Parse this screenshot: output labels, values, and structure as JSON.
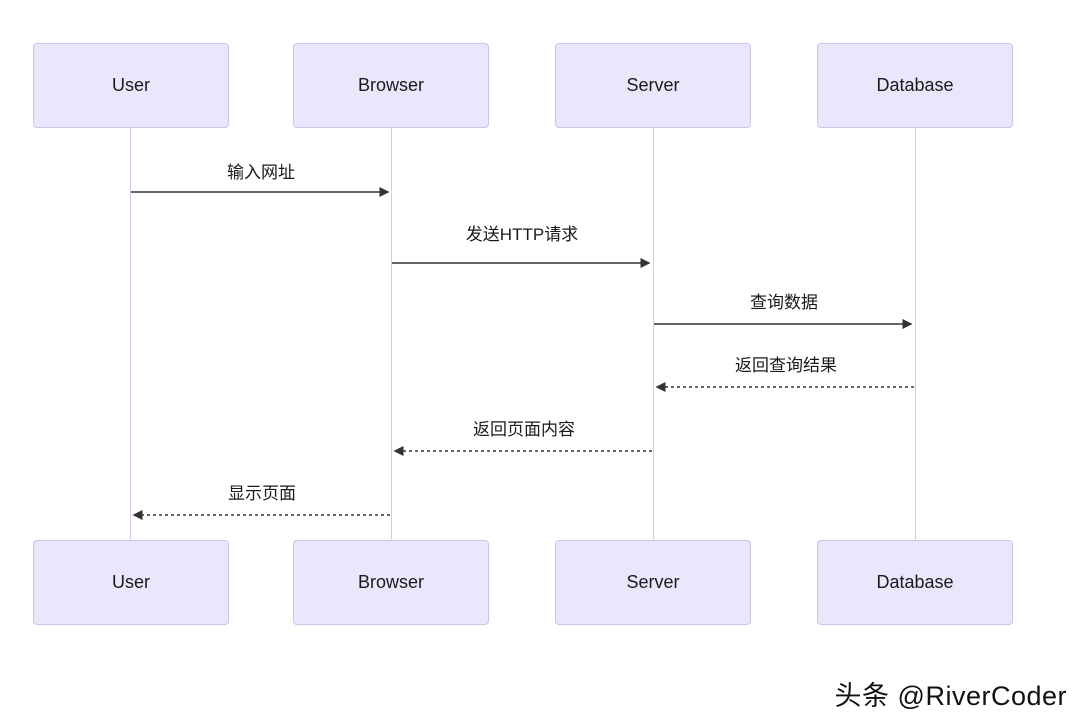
{
  "diagram": {
    "type": "sequence",
    "actors": [
      {
        "label": "User"
      },
      {
        "label": "Browser"
      },
      {
        "label": "Server"
      },
      {
        "label": "Database"
      }
    ],
    "messages": [
      {
        "label": "输入网址",
        "from": "User",
        "to": "Browser",
        "line": "solid"
      },
      {
        "label": "发送HTTP请求",
        "from": "Browser",
        "to": "Server",
        "line": "solid"
      },
      {
        "label": "查询数据",
        "from": "Server",
        "to": "Database",
        "line": "solid"
      },
      {
        "label": "返回查询结果",
        "from": "Database",
        "to": "Server",
        "line": "dashed"
      },
      {
        "label": "返回页面内容",
        "from": "Server",
        "to": "Browser",
        "line": "dashed"
      },
      {
        "label": "显示页面",
        "from": "Browser",
        "to": "User",
        "line": "dashed"
      }
    ],
    "colors": {
      "actor_fill": "#e9e7fc",
      "actor_border": "#c9c6ea",
      "lifeline": "#d4cfe9",
      "arrow": "#333333",
      "text": "#1a1a1a"
    },
    "watermark": "头条 @RiverCoder"
  }
}
